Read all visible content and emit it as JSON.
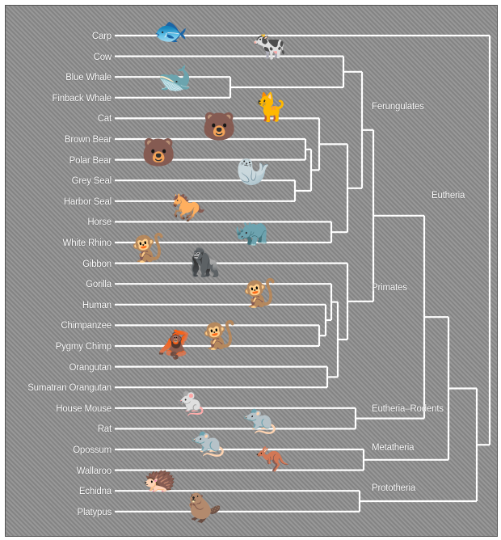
{
  "taxa": [
    "Carp",
    "Cow",
    "Blue Whale",
    "Finback Whale",
    "Cat",
    "Brown Bear",
    "Polar Bear",
    "Grey Seal",
    "Harbor Seal",
    "Horse",
    "White Rhino",
    "Gibbon",
    "Gorilla",
    "Human",
    "Chimpanzee",
    "Pygmy Chimp",
    "Orangutan",
    "Sumatran Orangutan",
    "House Mouse",
    "Rat",
    "Opossum",
    "Wallaroo",
    "Echidna",
    "Platypus"
  ],
  "clades": {
    "ferungulates": "Ferungulates",
    "eutheria": "Eutheria",
    "primates": "Primates",
    "eutheria_rodents": "Eutheria–Rodents",
    "metatheria": "Metatheria",
    "prototheria": "Prototheria"
  },
  "colors": {
    "background": "#8f8f8f",
    "lines": "#ffffff",
    "text": "#ffffff"
  },
  "icons": [
    "fish-icon",
    "cow-icon",
    "whale-icon",
    "cat-icon",
    "bear-icon",
    "polar-bear-icon",
    "seal-icon",
    "horse-icon",
    "rhino-icon",
    "gibbon-icon",
    "gorilla-icon",
    "human-icon",
    "chimpanzee-icon",
    "orangutan-icon",
    "mouse-icon",
    "rat-icon",
    "opossum-icon",
    "kangaroo-icon",
    "echidna-icon",
    "platypus-icon"
  ]
}
